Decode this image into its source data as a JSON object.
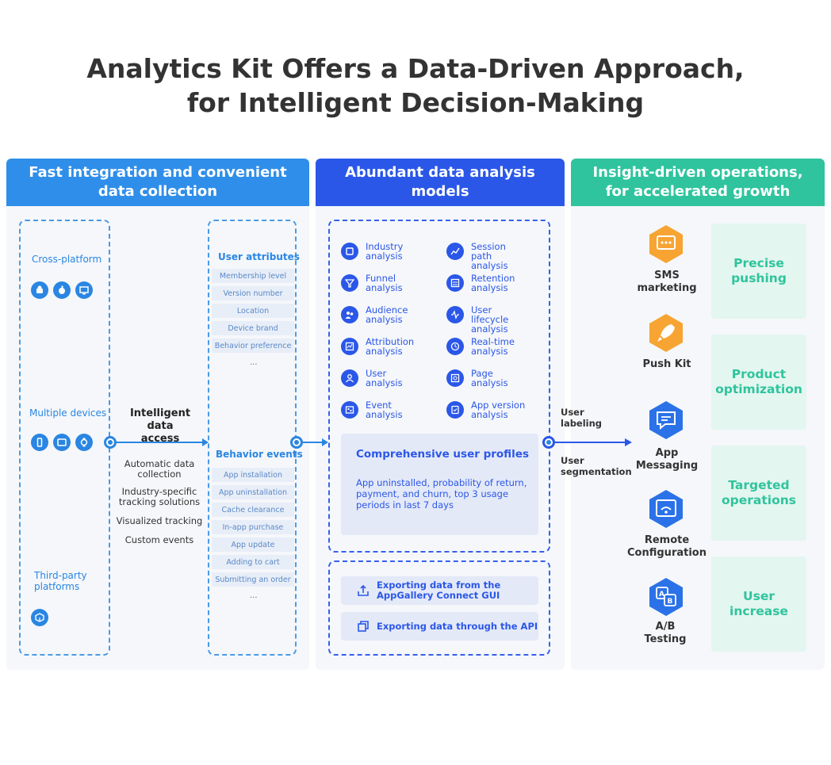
{
  "title": {
    "line1": "Analytics Kit Offers a Data-Driven Approach,",
    "line2": "for Intelligent Decision-Making"
  },
  "colors": {
    "col1": "#2f8ee9",
    "col2": "#2b57e8",
    "col3": "#2fc49d"
  },
  "col1": {
    "head": "Fast integration and convenient data collection",
    "sources": [
      "Cross-platform",
      "Multiple devices",
      "Third-party platforms"
    ],
    "source_icons": [
      [
        "android-icon",
        "apple-icon",
        "desktop-icon"
      ],
      [
        "phone-icon",
        "tablet-icon",
        "watch-icon"
      ],
      [
        "cube-icon"
      ]
    ],
    "center": {
      "title": "Intelligent data access",
      "items": [
        "Automatic data collection",
        "Industry-specific tracking solutions",
        "Visualized tracking",
        "Custom events"
      ]
    },
    "user_attributes": {
      "title": "User attributes",
      "items": [
        "Membership level",
        "Version number",
        "Location",
        "Device brand",
        "Behavior preference"
      ],
      "more": "..."
    },
    "behavior_events": {
      "title": "Behavior events",
      "items": [
        "App installation",
        "App uninstallation",
        "Cache clearance",
        "In-app purchase",
        "App update",
        "Adding to cart",
        "Submitting an order"
      ],
      "more": "..."
    }
  },
  "col2": {
    "head": "Abundant data analysis models",
    "models": [
      {
        "name": "Industry analysis",
        "icon": "industry-icon"
      },
      {
        "name": "Session path analysis",
        "icon": "session-path-icon"
      },
      {
        "name": "Funnel analysis",
        "icon": "funnel-icon"
      },
      {
        "name": "Retention analysis",
        "icon": "retention-icon"
      },
      {
        "name": "Audience analysis",
        "icon": "audience-icon"
      },
      {
        "name": "User lifecycle analysis",
        "icon": "lifecycle-icon"
      },
      {
        "name": "Attribution analysis",
        "icon": "attribution-icon"
      },
      {
        "name": "Real-time analysis",
        "icon": "clock-icon"
      },
      {
        "name": "User analysis",
        "icon": "user-icon"
      },
      {
        "name": "Page analysis",
        "icon": "page-icon"
      },
      {
        "name": "Event analysis",
        "icon": "event-icon"
      },
      {
        "name": "App version analysis",
        "icon": "app-version-icon"
      }
    ],
    "profile": {
      "title": "Comprehensive user profiles",
      "desc": "App uninstalled, probability of return, payment, and churn, top 3 usage periods in last 7 days"
    },
    "exports": [
      "Exporting data from the AppGallery Connect GUI",
      "Exporting data through the API"
    ]
  },
  "connector": {
    "labeling": "User labeling",
    "segmentation": "User segmentation"
  },
  "col3": {
    "head": "Insight-driven operations, for accelerated growth",
    "tools": [
      "SMS marketing",
      "Push Kit",
      "App Messaging",
      "Remote Configuration",
      "A/B Testing"
    ],
    "outcomes": [
      "Precise pushing",
      "Product optimization",
      "Targeted operations",
      "User increase"
    ]
  }
}
